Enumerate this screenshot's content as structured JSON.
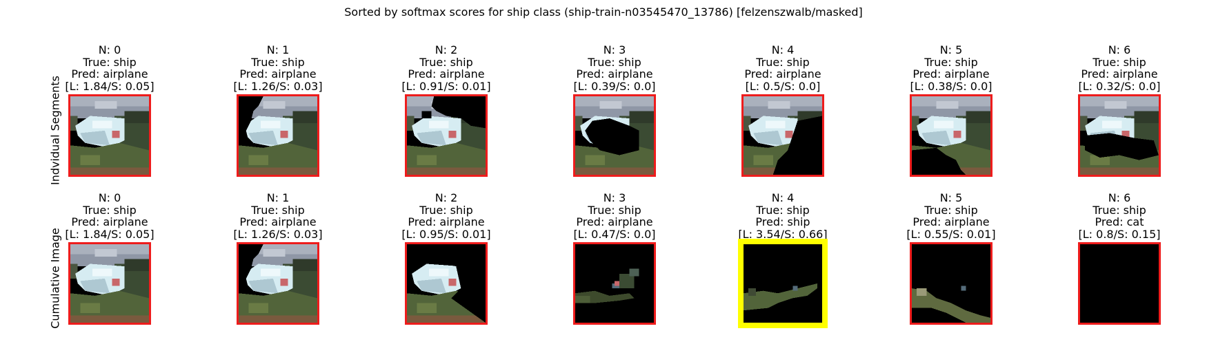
{
  "suptitle": "Sorted by softmax scores for ship class (ship-train-n03545470_13786) [felzenszwalb/masked]",
  "rows": [
    {
      "label": "Indvidual Segments",
      "panels": [
        {
          "n": "N: 0",
          "true_label": "True: ship",
          "pred": "Pred: airplane",
          "scores": "[L: 1.84/S: 0.05]",
          "highlight": false
        },
        {
          "n": "N: 1",
          "true_label": "True: ship",
          "pred": "Pred: airplane",
          "scores": "[L: 1.26/S: 0.03]",
          "highlight": false
        },
        {
          "n": "N: 2",
          "true_label": "True: ship",
          "pred": "Pred: airplane",
          "scores": "[L: 0.91/S: 0.01]",
          "highlight": false
        },
        {
          "n": "N: 3",
          "true_label": "True: ship",
          "pred": "Pred: airplane",
          "scores": "[L: 0.39/S: 0.0]",
          "highlight": false
        },
        {
          "n": "N: 4",
          "true_label": "True: ship",
          "pred": "Pred: airplane",
          "scores": "[L: 0.5/S: 0.0]",
          "highlight": false
        },
        {
          "n": "N: 5",
          "true_label": "True: ship",
          "pred": "Pred: airplane",
          "scores": "[L: 0.38/S: 0.0]",
          "highlight": false
        },
        {
          "n": "N: 6",
          "true_label": "True: ship",
          "pred": "Pred: airplane",
          "scores": "[L: 0.32/S: 0.0]",
          "highlight": false
        }
      ]
    },
    {
      "label": "Cumulative Image",
      "panels": [
        {
          "n": "N: 0",
          "true_label": "True: ship",
          "pred": "Pred: airplane",
          "scores": "[L: 1.84/S: 0.05]",
          "highlight": false
        },
        {
          "n": "N: 1",
          "true_label": "True: ship",
          "pred": "Pred: airplane",
          "scores": "[L: 1.26/S: 0.03]",
          "highlight": false
        },
        {
          "n": "N: 2",
          "true_label": "True: ship",
          "pred": "Pred: airplane",
          "scores": "[L: 0.95/S: 0.01]",
          "highlight": false
        },
        {
          "n": "N: 3",
          "true_label": "True: ship",
          "pred": "Pred: airplane",
          "scores": "[L: 0.47/S: 0.0]",
          "highlight": false
        },
        {
          "n": "N: 4",
          "true_label": "True: ship",
          "pred": "Pred: ship",
          "scores": "[L: 3.54/S: 0.66]",
          "highlight": true
        },
        {
          "n": "N: 5",
          "true_label": "True: ship",
          "pred": "Pred: airplane",
          "scores": "[L: 0.55/S: 0.01]",
          "highlight": false
        },
        {
          "n": "N: 6",
          "true_label": "True: ship",
          "pred": "Pred: cat",
          "scores": "[L: 0.8/S: 0.15]",
          "highlight": false
        }
      ]
    }
  ],
  "chart_data": {
    "type": "table",
    "title": "Sorted by softmax scores for ship class (ship-train-n03545470_13786) [felzenszwalb/masked]",
    "columns": [
      "N: 0",
      "N: 1",
      "N: 2",
      "N: 3",
      "N: 4",
      "N: 5",
      "N: 6"
    ],
    "series": [
      {
        "name": "Indvidual Segments",
        "pred": [
          "airplane",
          "airplane",
          "airplane",
          "airplane",
          "airplane",
          "airplane",
          "airplane"
        ],
        "L": [
          1.84,
          1.26,
          0.91,
          0.39,
          0.5,
          0.38,
          0.32
        ],
        "S": [
          0.05,
          0.03,
          0.01,
          0.0,
          0.0,
          0.0,
          0.0
        ]
      },
      {
        "name": "Cumulative Image",
        "pred": [
          "airplane",
          "airplane",
          "airplane",
          "airplane",
          "ship",
          "airplane",
          "cat"
        ],
        "L": [
          1.84,
          1.26,
          0.95,
          0.47,
          3.54,
          0.55,
          0.8
        ],
        "S": [
          0.05,
          0.03,
          0.01,
          0.0,
          0.66,
          0.01,
          0.15
        ]
      }
    ],
    "true_label": "ship",
    "highlight_color": "#ffff00",
    "frame_color": "#ee1c1c"
  }
}
